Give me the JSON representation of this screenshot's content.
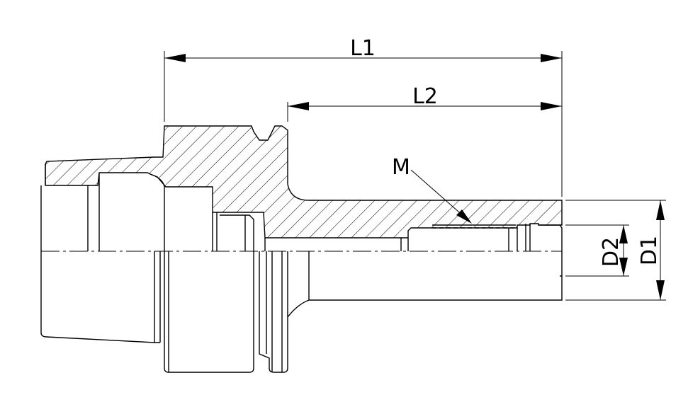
{
  "drawing": {
    "labels": {
      "L1": "L1",
      "L2": "L2",
      "M": "M",
      "D1": "D1",
      "D2": "D2"
    },
    "colors": {
      "line": "#000000",
      "hatch": "#000000",
      "background": "#ffffff"
    }
  }
}
